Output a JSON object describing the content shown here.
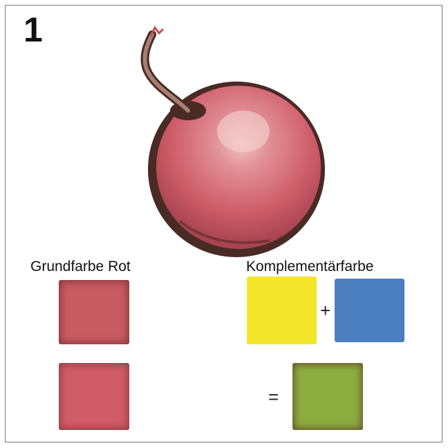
{
  "plate": {
    "number": "1"
  },
  "illustration": {
    "subject": "fruit-illustration",
    "colors": {
      "skin": "#d0606a",
      "highlight": "#f0c0c0",
      "outline": "#4a2a24",
      "stem": "#7a5a4a"
    }
  },
  "labels": {
    "primary": "Grundfarbe Rot",
    "complement": "Komplementärfarbe"
  },
  "operators": {
    "plus": "+",
    "equals": "="
  },
  "swatches": {
    "red_top": {
      "color": "#c85a62",
      "edge": "#8a3a3a"
    },
    "red_bottom": {
      "color": "#cf5c66",
      "edge": "#9a4048"
    },
    "yellow": {
      "color": "#f4e62a"
    },
    "blue": {
      "color": "#4b7fc0"
    },
    "green": {
      "color": "#8cad40",
      "edge": "#6a5a30"
    }
  }
}
